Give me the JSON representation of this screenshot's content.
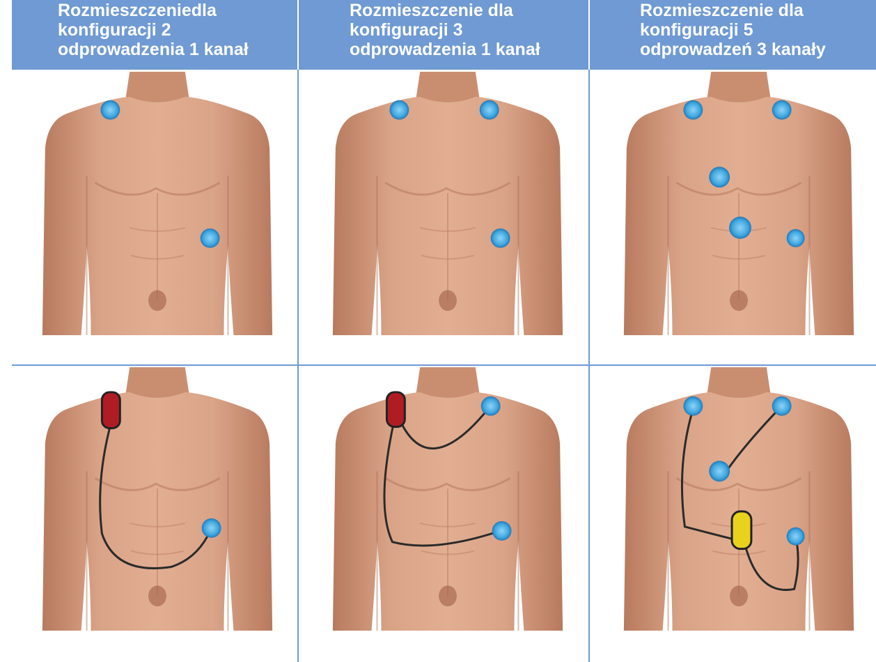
{
  "columns": [
    {
      "header": [
        "Rozmieszczeniedla",
        "konfiguracji 2",
        "odprowadzenia 1 kanał"
      ]
    },
    {
      "header": [
        "Rozmieszczenie dla",
        "konfiguracji 3",
        "odprowadzenia 1 kanał"
      ]
    },
    {
      "header": [
        "Rozmieszczenie dla",
        "konfiguracji 5",
        "odprowadzeń 3 kanały"
      ]
    }
  ],
  "colors": {
    "header_bg": "#6f9ad3",
    "header_text": "#ffffff",
    "skin": "#d49a7c",
    "electrode": "#3fa7e0",
    "recorder_red": "#b01c24",
    "recorder_yellow": "#e8d21c",
    "wire": "#2a2a2a"
  }
}
